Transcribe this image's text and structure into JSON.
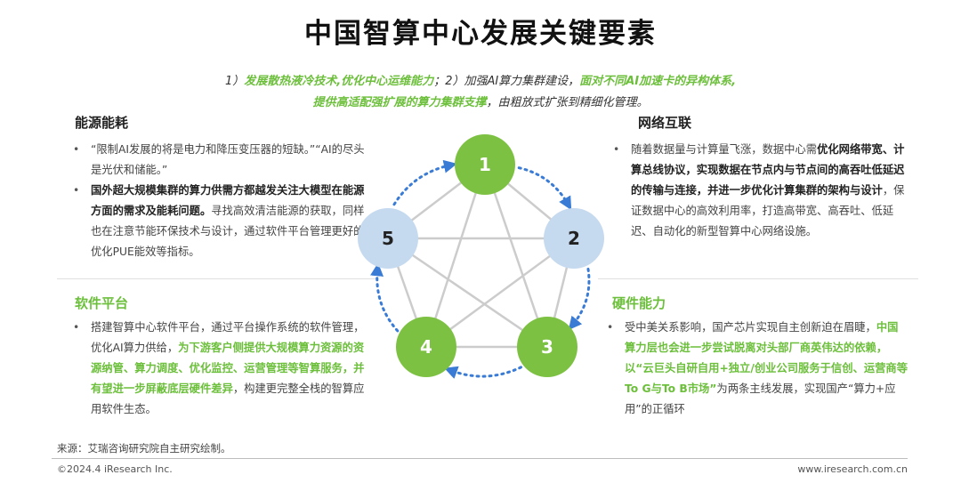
{
  "title": "中国智算中心发展关键要素",
  "subtitle": {
    "line1_part1": "1）",
    "line1_part2": "发展散热液冷技术,优化中心运维能力",
    "line1_part3": "；2）加强AI算力集群建设，",
    "line1_part4": "面对不同AI加速卡的异构体系,",
    "line2_part1": "提供高适配强扩展的算力集群支撑",
    "line2_part2": "，由粗放式扩张到精细化管理。"
  },
  "energy": {
    "title": "能源能耗",
    "b1_text": "“限制AI发展的将是电力和降压变压器的短缺。”“AI的尽头是光伏和储能。”",
    "b2_bold": "国外超大规模集群的算力供需方都越发关注大模型在能源方面的需求及能耗问题。",
    "b2_text": "寻找高效清洁能源的获取，同样也在注意节能环保技术与设计，通过软件平台管理更好的优化PUE能效等指标。"
  },
  "software": {
    "title": "软件平台",
    "t1": "搭建智算中心软件平台，通过平台操作系统的软件管理，优化AI算力供给，",
    "g1": "为下游客户侧提供大规模算力资源的资源纳管、算力调度、优化监控、运营管理等智算服务，并有望进一步屏蔽底层硬件差异",
    "t2": "，构建更完整全栈的智算应用软件生态。"
  },
  "network": {
    "title": "网络互联",
    "t1": "随着数据量与计算量飞涨，数据中心需",
    "b1": "优化网络带宽、计算总线协议，实现数据在节点内与节点间的高吞吐低延迟的传输与连接，并进一步优化计算集群的架构与设计",
    "t2": "，保证数据中心的高效利用率，打造高带宽、高吞吐、低延迟、自动化的新型智算中心网络设施。"
  },
  "hardware": {
    "title": "硬件能力",
    "t1": "受中美关系影响，国产芯片实现自主创新迫在眉睫，",
    "g1": "中国算力层也会进一步尝试脱离对头部厂商英伟达的依赖，以“云巨头自研自用+独立/创业公司服务于信创、运营商等To G与To B市场”",
    "t2": "为两条主线发展，实现国产“算力+应用”的正循环"
  },
  "nodes": [
    {
      "label": "1",
      "color": "#7dc142"
    },
    {
      "label": "2",
      "color": "#c5d9ef"
    },
    {
      "label": "3",
      "color": "#7dc142"
    },
    {
      "label": "4",
      "color": "#7dc142"
    },
    {
      "label": "5",
      "color": "#c5d9ef"
    }
  ],
  "colors": {
    "green": "#7dc142",
    "light_blue": "#c5d9ef",
    "arrow_blue": "#3a7bd5",
    "accent_text": "#6cbf3b"
  },
  "footer": {
    "source": "来源：艾瑞咨询研究院自主研究绘制。",
    "copyright": "©2024.4 iResearch Inc.",
    "website": "www.iresearch.com.cn"
  }
}
